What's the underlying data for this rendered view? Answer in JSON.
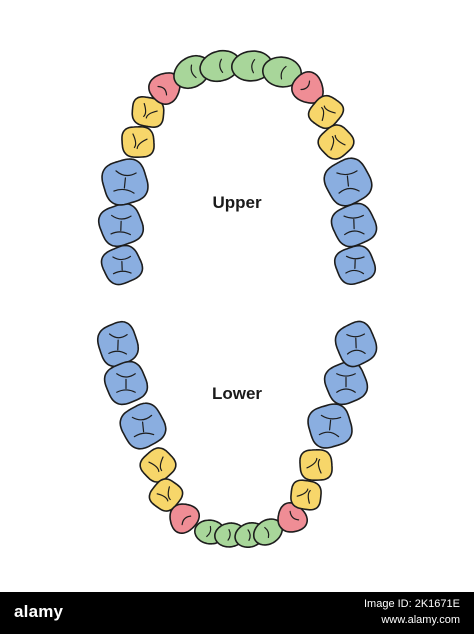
{
  "labels": {
    "upper": "Upper",
    "lower": "Lower"
  },
  "colors": {
    "incisor": "#a8d69a",
    "canine": "#ef8d95",
    "premolar": "#f7d66a",
    "molar": "#8aaee0",
    "outline": "#1d1d1d",
    "footer_bg": "#000000"
  },
  "legend_types": [
    "incisor",
    "canine",
    "premolar",
    "molar"
  ],
  "jaws": [
    {
      "name": "upper",
      "teeth": [
        "molar",
        "molar",
        "molar",
        "premolar",
        "premolar",
        "canine",
        "incisor",
        "incisor",
        "incisor",
        "incisor",
        "canine",
        "premolar",
        "premolar",
        "molar",
        "molar",
        "molar"
      ]
    },
    {
      "name": "lower",
      "teeth": [
        "molar",
        "molar",
        "molar",
        "premolar",
        "premolar",
        "canine",
        "incisor",
        "incisor",
        "incisor",
        "incisor",
        "canine",
        "premolar",
        "premolar",
        "molar",
        "molar",
        "molar"
      ]
    }
  ],
  "footer": {
    "logo": "alamy",
    "image_id": "Image ID: 2K1671E",
    "site": "www.alamy.com"
  }
}
